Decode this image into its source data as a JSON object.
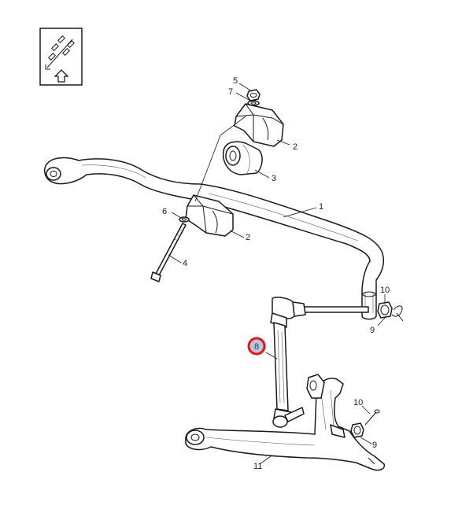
{
  "nav_icon": {
    "name": "view-orientation-up-arrow-icon"
  },
  "callouts": {
    "c1": "1",
    "c2a": "2",
    "c2b": "2",
    "c3": "3",
    "c4": "4",
    "c5": "5",
    "c6": "6",
    "c7": "7",
    "c8": "8",
    "c9a": "9",
    "c9b": "9",
    "c10a": "10",
    "c10b": "10",
    "c11": "11"
  },
  "highlight": {
    "callout": "8",
    "ring_color": "#e01818",
    "fill_color": "#b8c6d8"
  }
}
